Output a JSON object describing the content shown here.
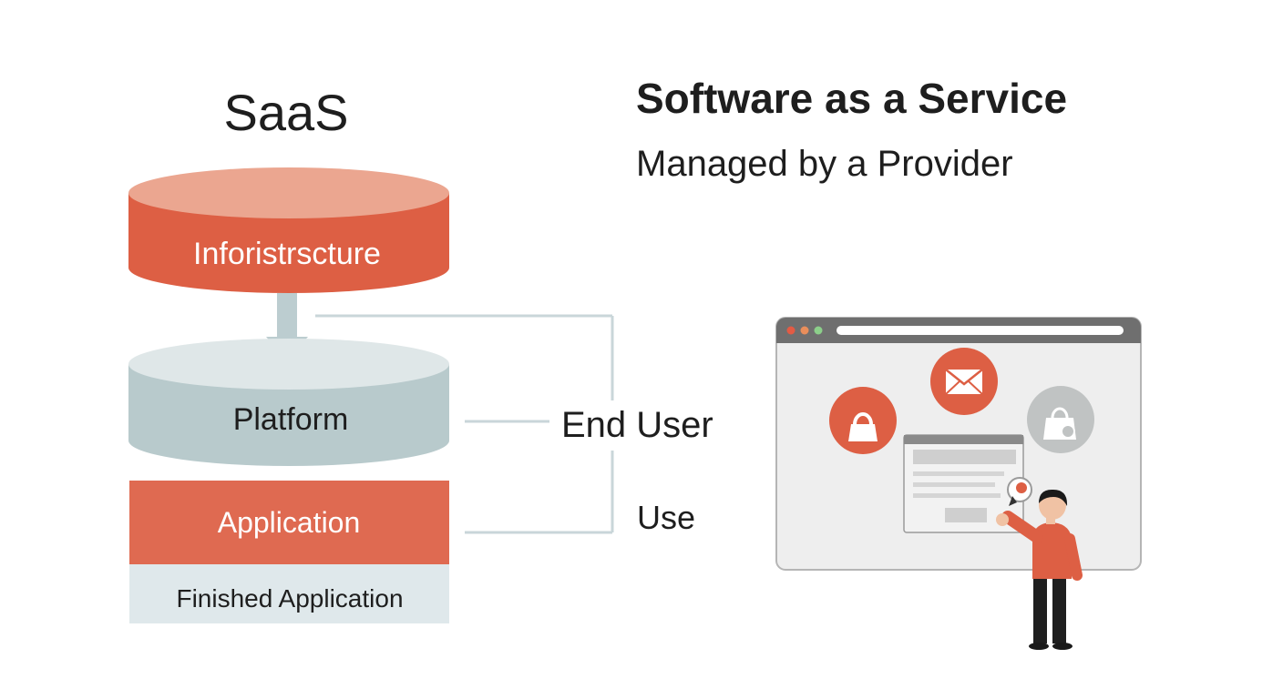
{
  "title": "SaaS",
  "heading": "Software as a Service",
  "subheading": "Managed by a Provider",
  "stack": {
    "top_layer_label": "Inforistrscture",
    "middle_layer_label": "Platform",
    "app_layer_label": "Application",
    "base_layer_label": "Finished Application"
  },
  "connectors": {
    "end_user_label": "End User",
    "use_label": "Use"
  },
  "illustration": {
    "icons": [
      "shopping-bag-icon",
      "mail-icon",
      "shopping-bag-icon"
    ]
  },
  "colors": {
    "accent": "#dd5f44",
    "accent_light": "#eba690",
    "platform": "#b8cacc",
    "platform_light": "#dfe7e8",
    "base_panel": "#dfe8eb",
    "connector": "#c9d6d9",
    "text": "#1e1e1e"
  }
}
